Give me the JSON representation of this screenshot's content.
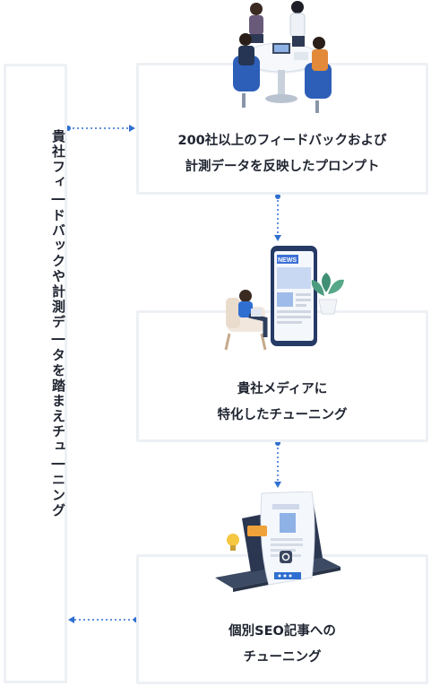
{
  "left_panel": {
    "label": "貴社フィ―ドバックや計測デ―タを踏まえチュ―ニング"
  },
  "steps": [
    {
      "line1": "200社以上のフィードバックおよび",
      "line2": "計測データを反映したプロンプト",
      "illustration": "meeting-people-icon"
    },
    {
      "line1": "貴社メディアに",
      "line2": "特化したチューニング",
      "illustration": "news-phone-reader-icon"
    },
    {
      "line1": "個別SEO記事への",
      "line2": "チューニング",
      "illustration": "laptop-article-icon"
    }
  ],
  "colors": {
    "accent": "#2f6fd1",
    "border": "#edf0f4",
    "text": "#1f2430"
  }
}
